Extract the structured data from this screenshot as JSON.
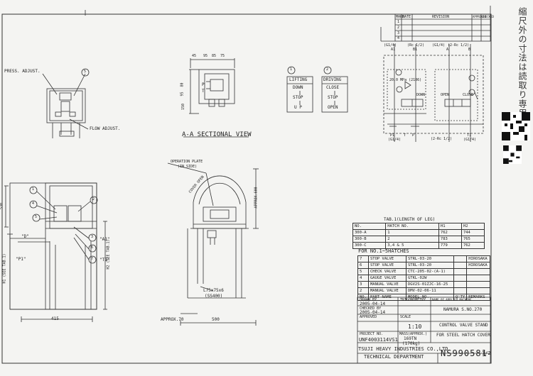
{
  "drawing": {
    "top_labels": {
      "press_adjust": "PRESS. ADJUST.",
      "flow_adjust": "FLOW ADJUST."
    },
    "section_title": "A-A SECTIONAL VIEW",
    "section_dims": [
      "45",
      "95",
      "85",
      "75",
      "150",
      "95",
      "80"
    ],
    "section_ports": [
      "P",
      "T"
    ],
    "operation_plate": "OPERATION PLATE",
    "operation_plate_sub": "(IN SIDE)",
    "cover_open": "COVER OPEN",
    "approx_600": "APPROX.600",
    "approx_70": "APPROX.70",
    "angle": "L75x75x6",
    "angle_sub": "(SS400)",
    "dim_500": "500",
    "dim_415": "415",
    "dim_530": "530",
    "h1_label": "H1 (SEE TAB.1)",
    "h2_label": "H2 (SEE TAB.1)",
    "left_ports": {
      "d": "\"D\"",
      "p1": "\"P1\"",
      "a1": "\"A1\"",
      "t1": "\"T1\""
    },
    "balloons": [
      "1",
      "2",
      "3",
      "4",
      "5",
      "6",
      "7"
    ]
  },
  "lifting": {
    "num": "1",
    "title": "LIFTING",
    "down": "DOWN",
    "stop": "STOP",
    "up": "U P"
  },
  "driving": {
    "num": "2",
    "title": "DRIVING",
    "close": "CLOSE",
    "stop": "STOP",
    "open": "OPEN"
  },
  "schematic": {
    "top": [
      "(G1/4)",
      "(Rc 1/2)",
      "(G1/4)",
      "(2-Rc 1/2)"
    ],
    "top2": [
      "A1",
      "B1",
      "A",
      "B"
    ],
    "down": "DOWN",
    "open": "OPEN",
    "close": "CLOSE",
    "relief": "20.0 MPa (2106)",
    "bottom": [
      "P1",
      "T",
      "P",
      "(2-Rc 1/2)",
      "T1"
    ],
    "bottom2": [
      "(G1/4)",
      "(G1/4)"
    ]
  },
  "revision": {
    "headers": [
      "MARK",
      "DATE",
      "REVISION",
      "APPROVED",
      "CHECKED"
    ],
    "marks": [
      "1",
      "2",
      "3",
      "4"
    ]
  },
  "tab1": {
    "title": "TAB.1(LENGTH OF LEG)",
    "headers": [
      "NO.",
      "HATCH NO.",
      "H1",
      "H2"
    ],
    "rows": [
      [
        "300-A",
        "1",
        "762",
        "744"
      ],
      [
        "300-B",
        "2",
        "783",
        "765"
      ],
      [
        "300-C",
        "3,4 & 5",
        "779",
        "762"
      ]
    ]
  },
  "parts": {
    "for_no": "FOR NO.1~5HATCHES",
    "rows": [
      [
        "7",
        "STOP VALVE",
        "STRL-03-20",
        "HIROSAKA"
      ],
      [
        "6",
        "STOP VALVE",
        "STRL-03-20",
        "HIROSAKA"
      ],
      [
        "5",
        "CHECK VALVE",
        "CTC-205-02-(A-1)",
        ""
      ],
      [
        "4",
        "GAUGE VALVE",
        "GTKL-02W",
        ""
      ],
      [
        "3",
        "MANUAL VALVE",
        "DGV2S-01ZJC-16-25",
        ""
      ],
      [
        "2",
        "MANUAL VALVE",
        "DMV-02-06-11",
        ""
      ]
    ],
    "header": [
      "NO.",
      "PART NAME",
      "MODEL NO.",
      "Q'TY",
      "REMARKS"
    ]
  },
  "title_block": {
    "drawn_by": "DRAWN BY",
    "drawn_date": "2005-04-14",
    "checked_by": "CHECKED BY",
    "checked_date": "2005-04-14",
    "approved": "APPROVED",
    "scale_label": "SCALE",
    "scale": "1:10",
    "trig": "TRIGONOMETRY",
    "applied": "NAME OF APPLIED MACHINE",
    "ship": "NAMURA S.NO.270",
    "title1": "CONTROL VALVE STAND",
    "title2": "FOR STEEL HATCH COVER",
    "project": "PROJECT NO.",
    "project_no": "UNF4003114VS1",
    "mass_label": "MASS(APPROX.)",
    "mass": "169TN",
    "mass2": "(170kg)",
    "company1": "TSUJI HEAVY INDUSTRIES CO.,LTD.",
    "company2": "TECHNICAL DEPARTMENT",
    "dwg_no": "NS990581",
    "dwg_suffix": "1/2"
  },
  "side_stamp": "縮尺外の寸法は読取り専用です"
}
